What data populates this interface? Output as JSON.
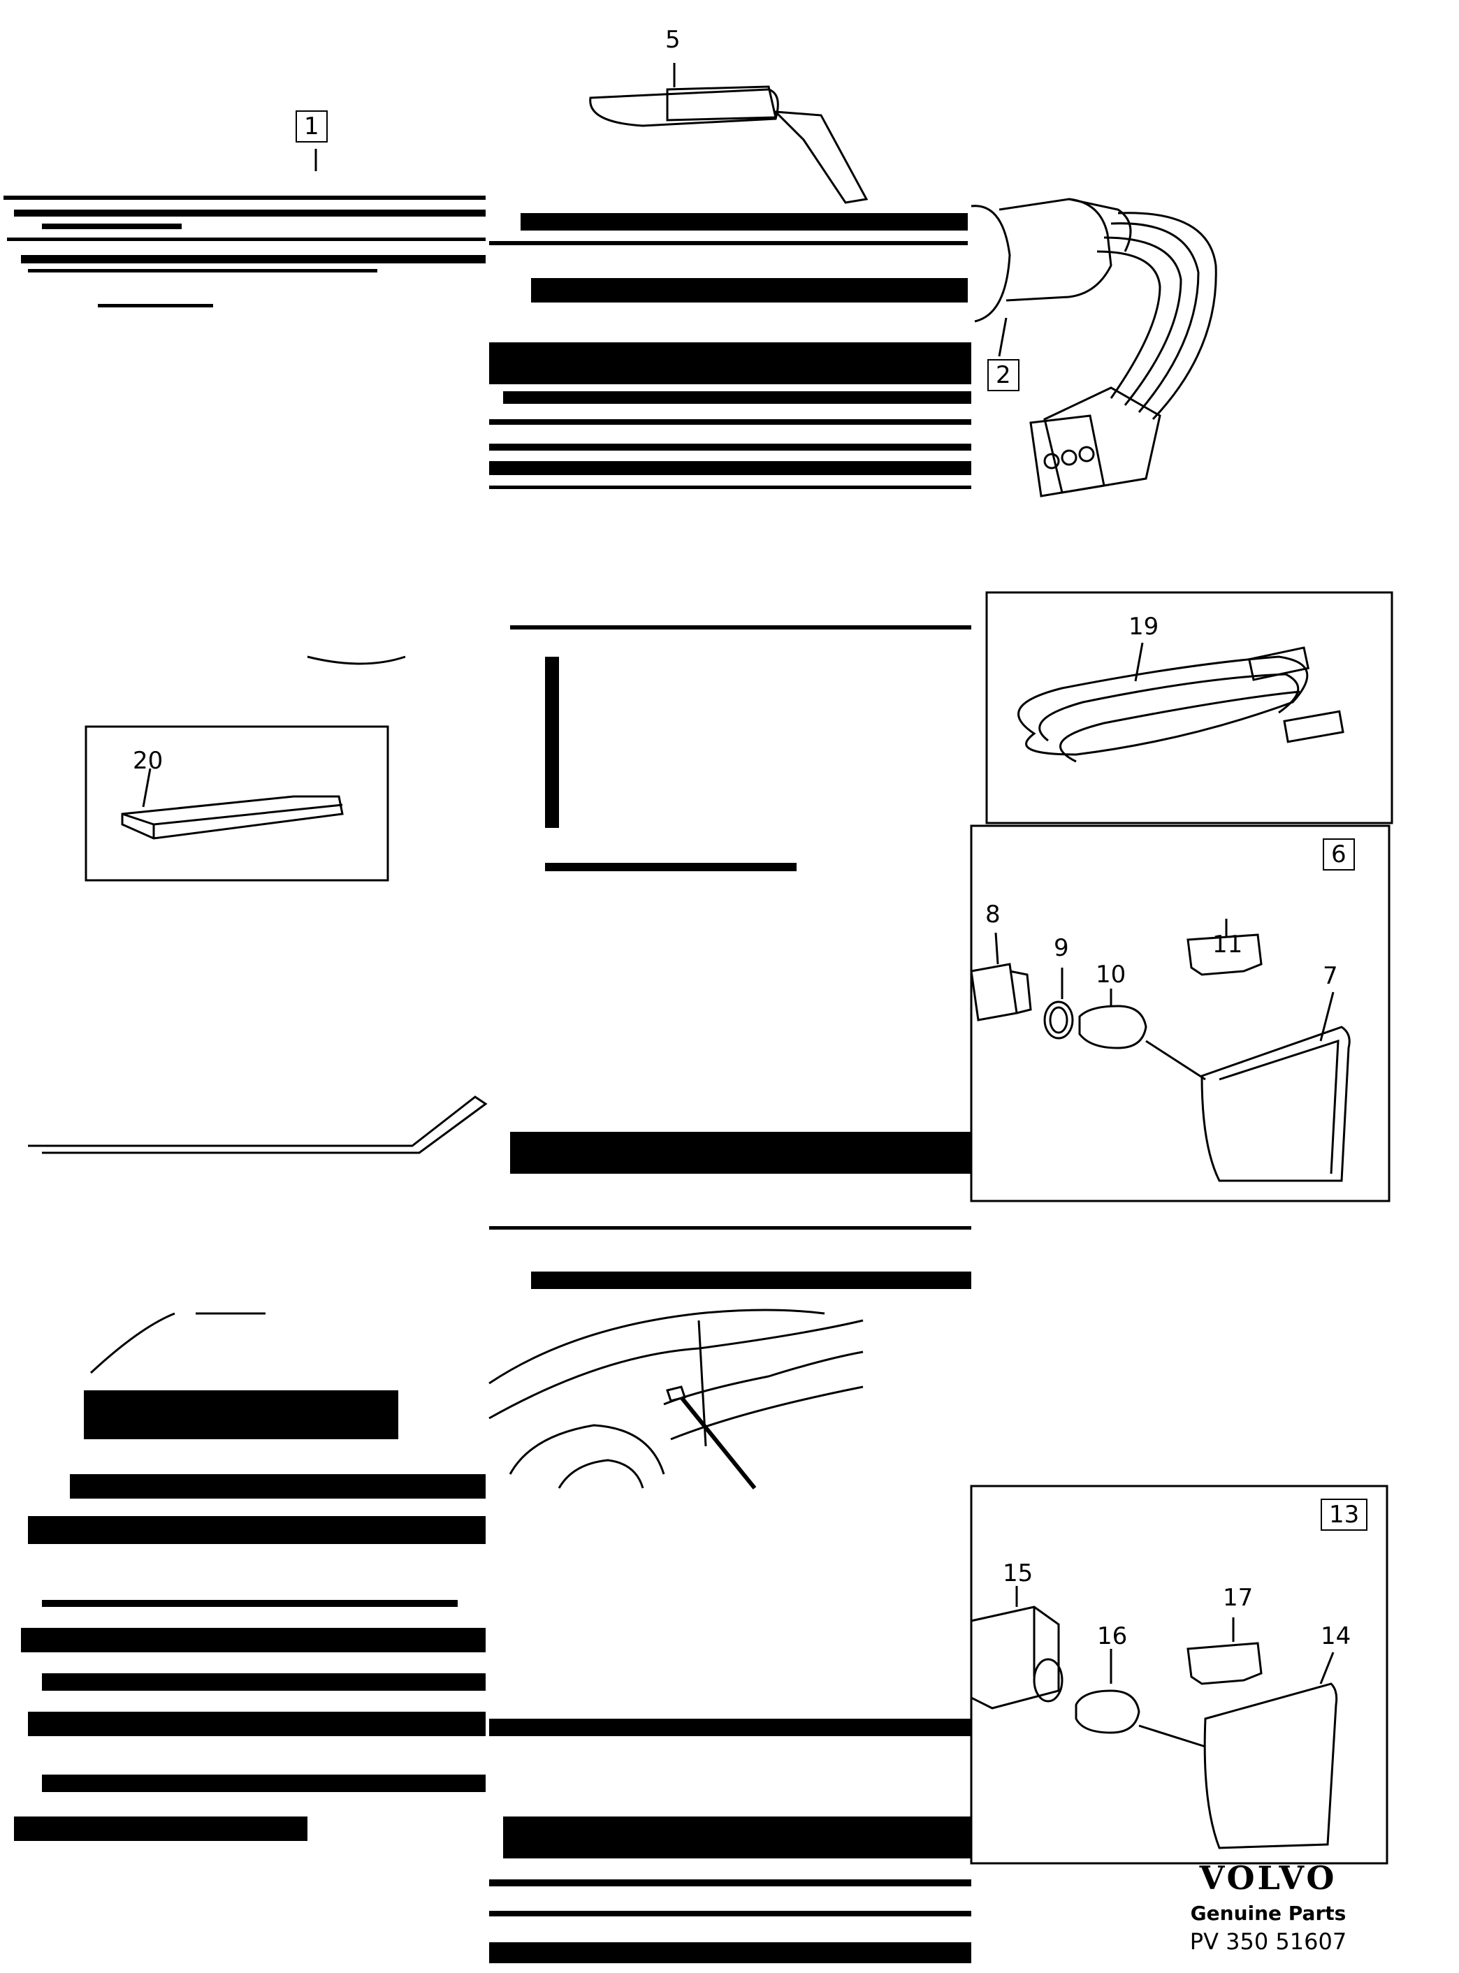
{
  "callouts": {
    "c1": "1",
    "c2": "2",
    "c5": "5",
    "c6": "6",
    "c7": "7",
    "c8": "8",
    "c9": "9",
    "c10": "10",
    "c11": "11",
    "c13": "13",
    "c14": "14",
    "c15": "15",
    "c16": "16",
    "c17": "17",
    "c19": "19",
    "c20": "20"
  },
  "brand": {
    "logo": "VOLVO",
    "subtitle": "Genuine Parts",
    "code": "PV 350 51607"
  }
}
